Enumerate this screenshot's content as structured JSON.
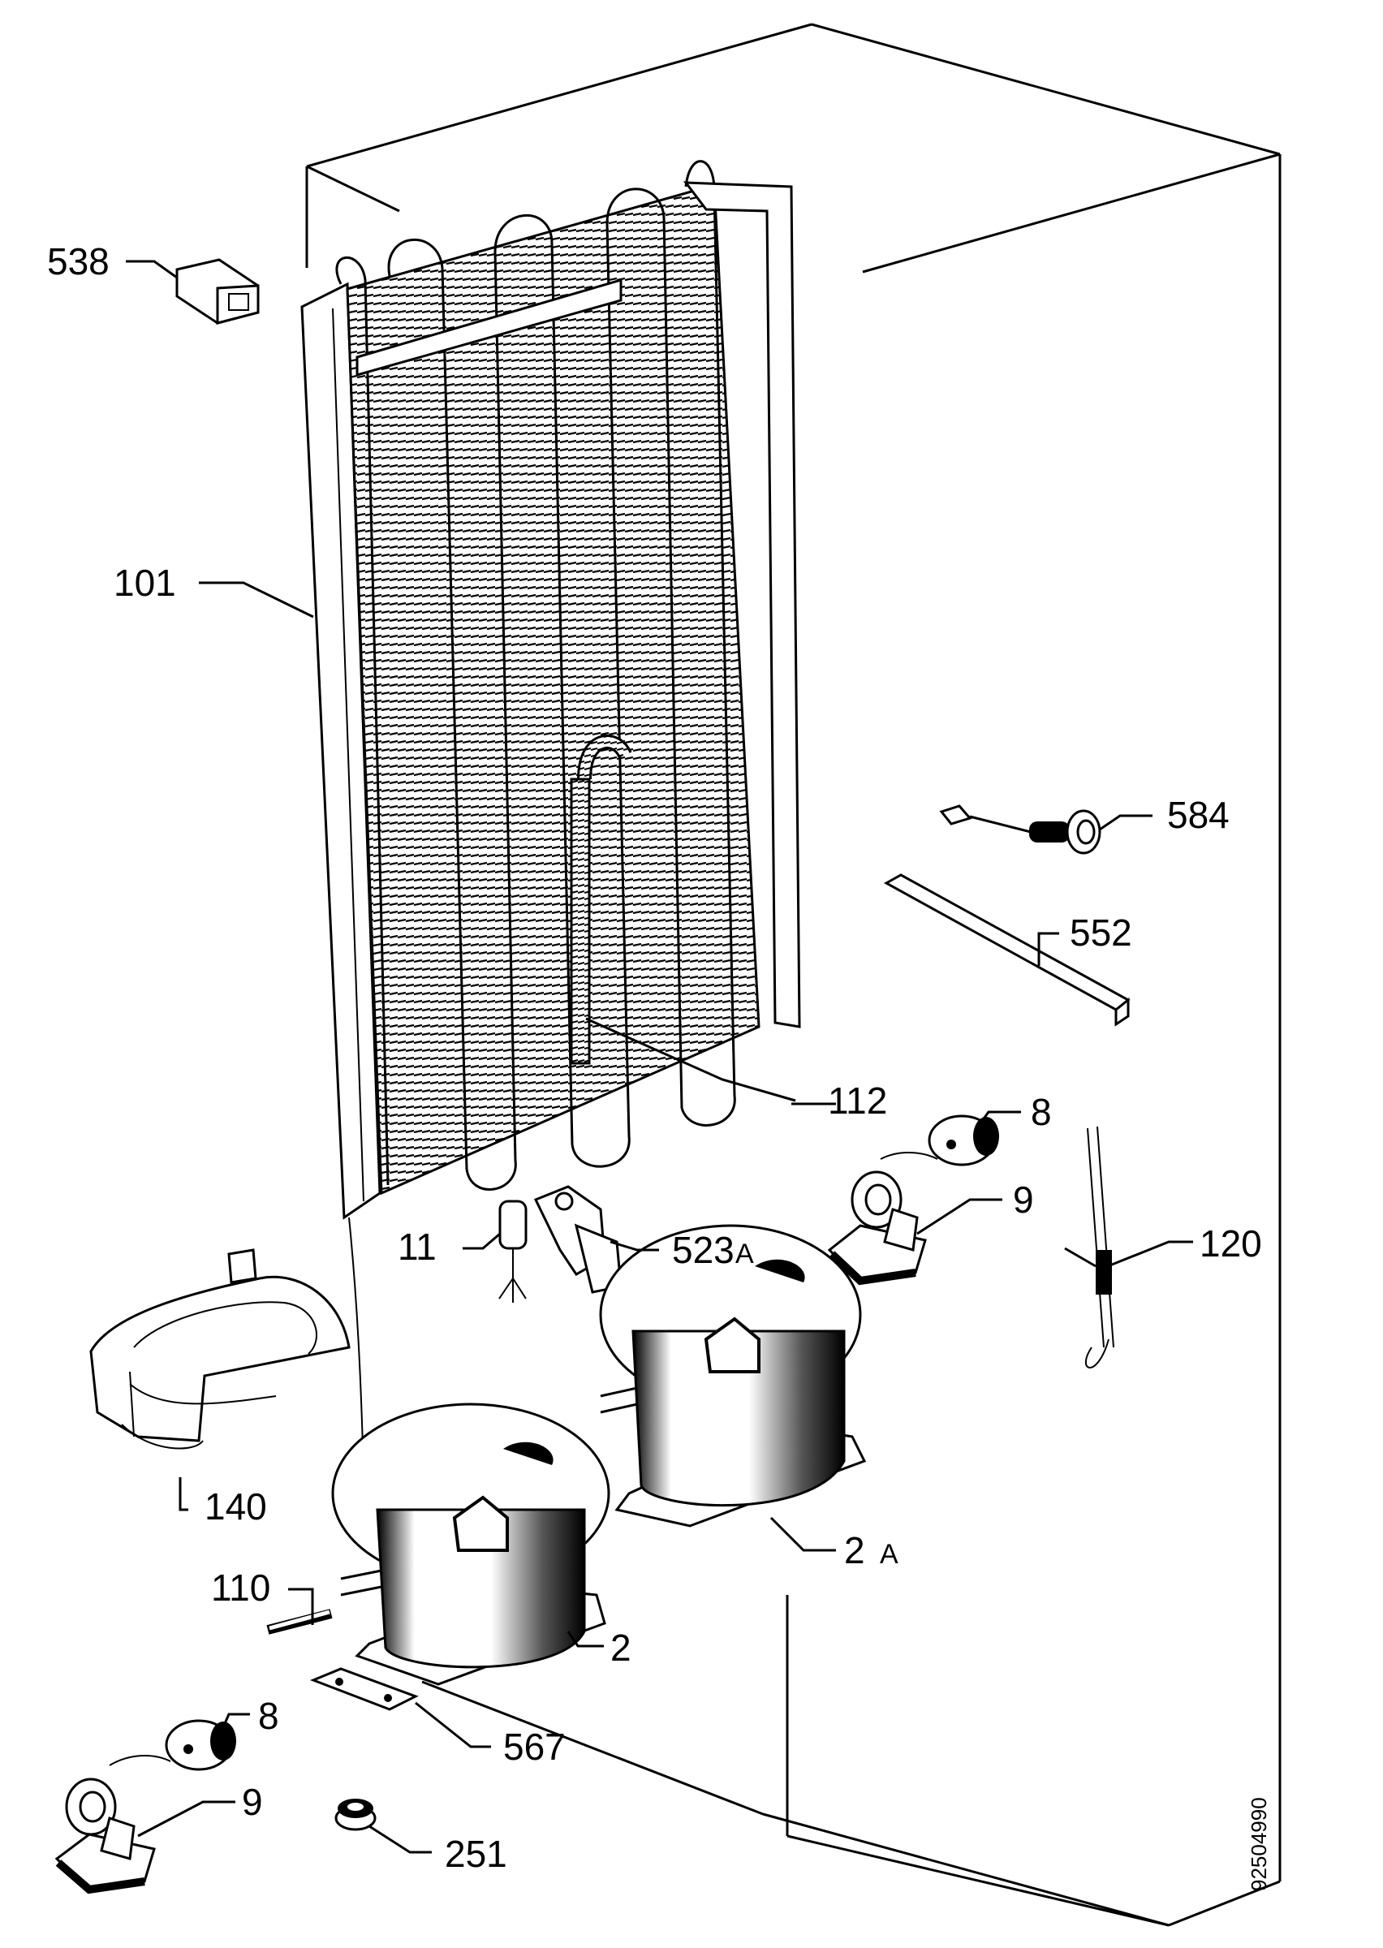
{
  "labels": {
    "p538": "538",
    "p101": "101",
    "p584": "584",
    "p552": "552",
    "p112": "112",
    "p8a": "8",
    "p9a": "9",
    "p11": "11",
    "p523": "523",
    "p523_suffix": "A",
    "p120": "120",
    "p140": "140",
    "p2a": "2",
    "p2a_suffix": "A",
    "p110": "110",
    "p2": "2",
    "p8b": "8",
    "p567": "567",
    "p9b": "9",
    "p251": "251"
  },
  "doc_number": "92504990"
}
